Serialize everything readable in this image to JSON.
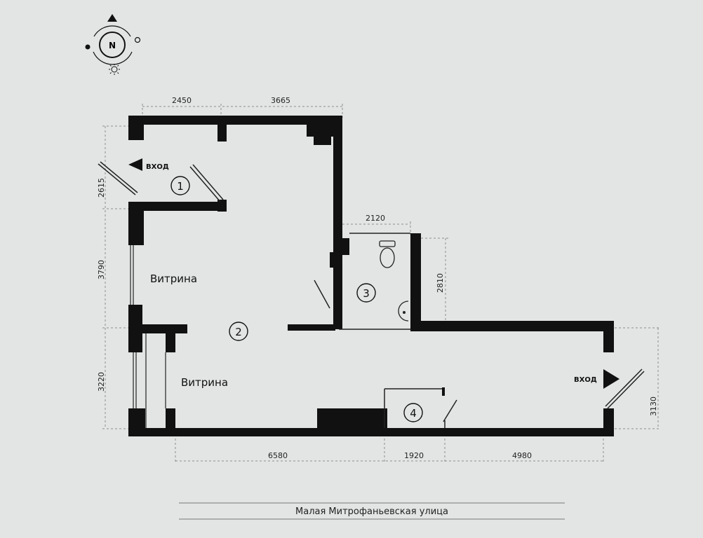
{
  "compass": {
    "north_label": "N"
  },
  "dimensions": {
    "top_left": "2450",
    "top_right": "3665",
    "left_entrance": "2615",
    "left_middle": "3790",
    "left_lower": "3220",
    "wc_width": "2120",
    "wc_height": "2810",
    "bottom_left": "6580",
    "bottom_middle": "1920",
    "bottom_right": "4980",
    "right_side": "3130"
  },
  "labels": {
    "entrance_1": "ВХОД",
    "entrance_2": "ВХОД",
    "showcase_1": "Витрина",
    "showcase_2": "Витрина"
  },
  "rooms": [
    "1",
    "2",
    "3",
    "4"
  ],
  "street": "Малая Митрофаньевская улица"
}
